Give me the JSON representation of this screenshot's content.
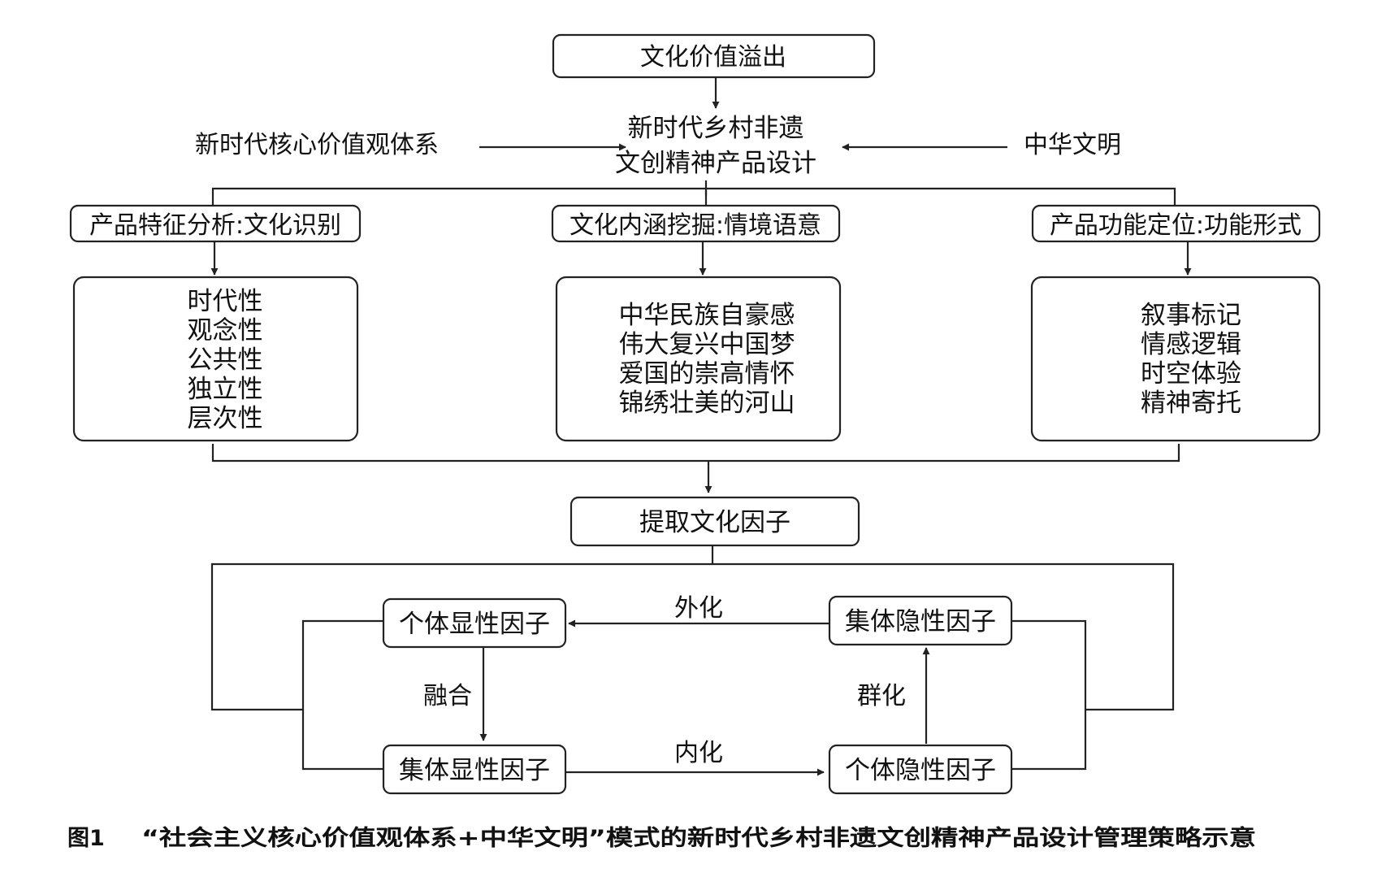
{
  "nodes": {
    "top": "文化价值溢出",
    "center_line1": "新时代乡村非遗",
    "center_line2": "文创精神产品设计",
    "left_input": "新时代核心价值观体系",
    "right_input": "中华文明",
    "branch_left": "产品特征分析:文化识别",
    "branch_mid": "文化内涵挖掘:情境语意",
    "branch_right": "产品功能定位:功能形式",
    "extract": "提取文化因子",
    "individual_explicit": "个体显性因子",
    "collective_implicit": "集体隐性因子",
    "collective_explicit": "集体显性因子",
    "individual_implicit": "个体隐性因子"
  },
  "lists": {
    "left": [
      "时代性",
      "观念性",
      "公共性",
      "独立性",
      "层次性"
    ],
    "mid": [
      "中华民族自豪感",
      "伟大复兴中国梦",
      "爱国的崇高情怀",
      "锦绣壮美的河山"
    ],
    "right": [
      "叙事标记",
      "情感逻辑",
      "时空体验",
      "精神寄托"
    ]
  },
  "edge_labels": {
    "externalize": "外化",
    "fuse": "融合",
    "group": "群化",
    "internalize": "内化"
  },
  "caption": {
    "label": "图1",
    "text": "“社会主义核心价值观体系+中华文明”模式的新时代乡村非遗文创精神产品设计管理策略示意"
  }
}
